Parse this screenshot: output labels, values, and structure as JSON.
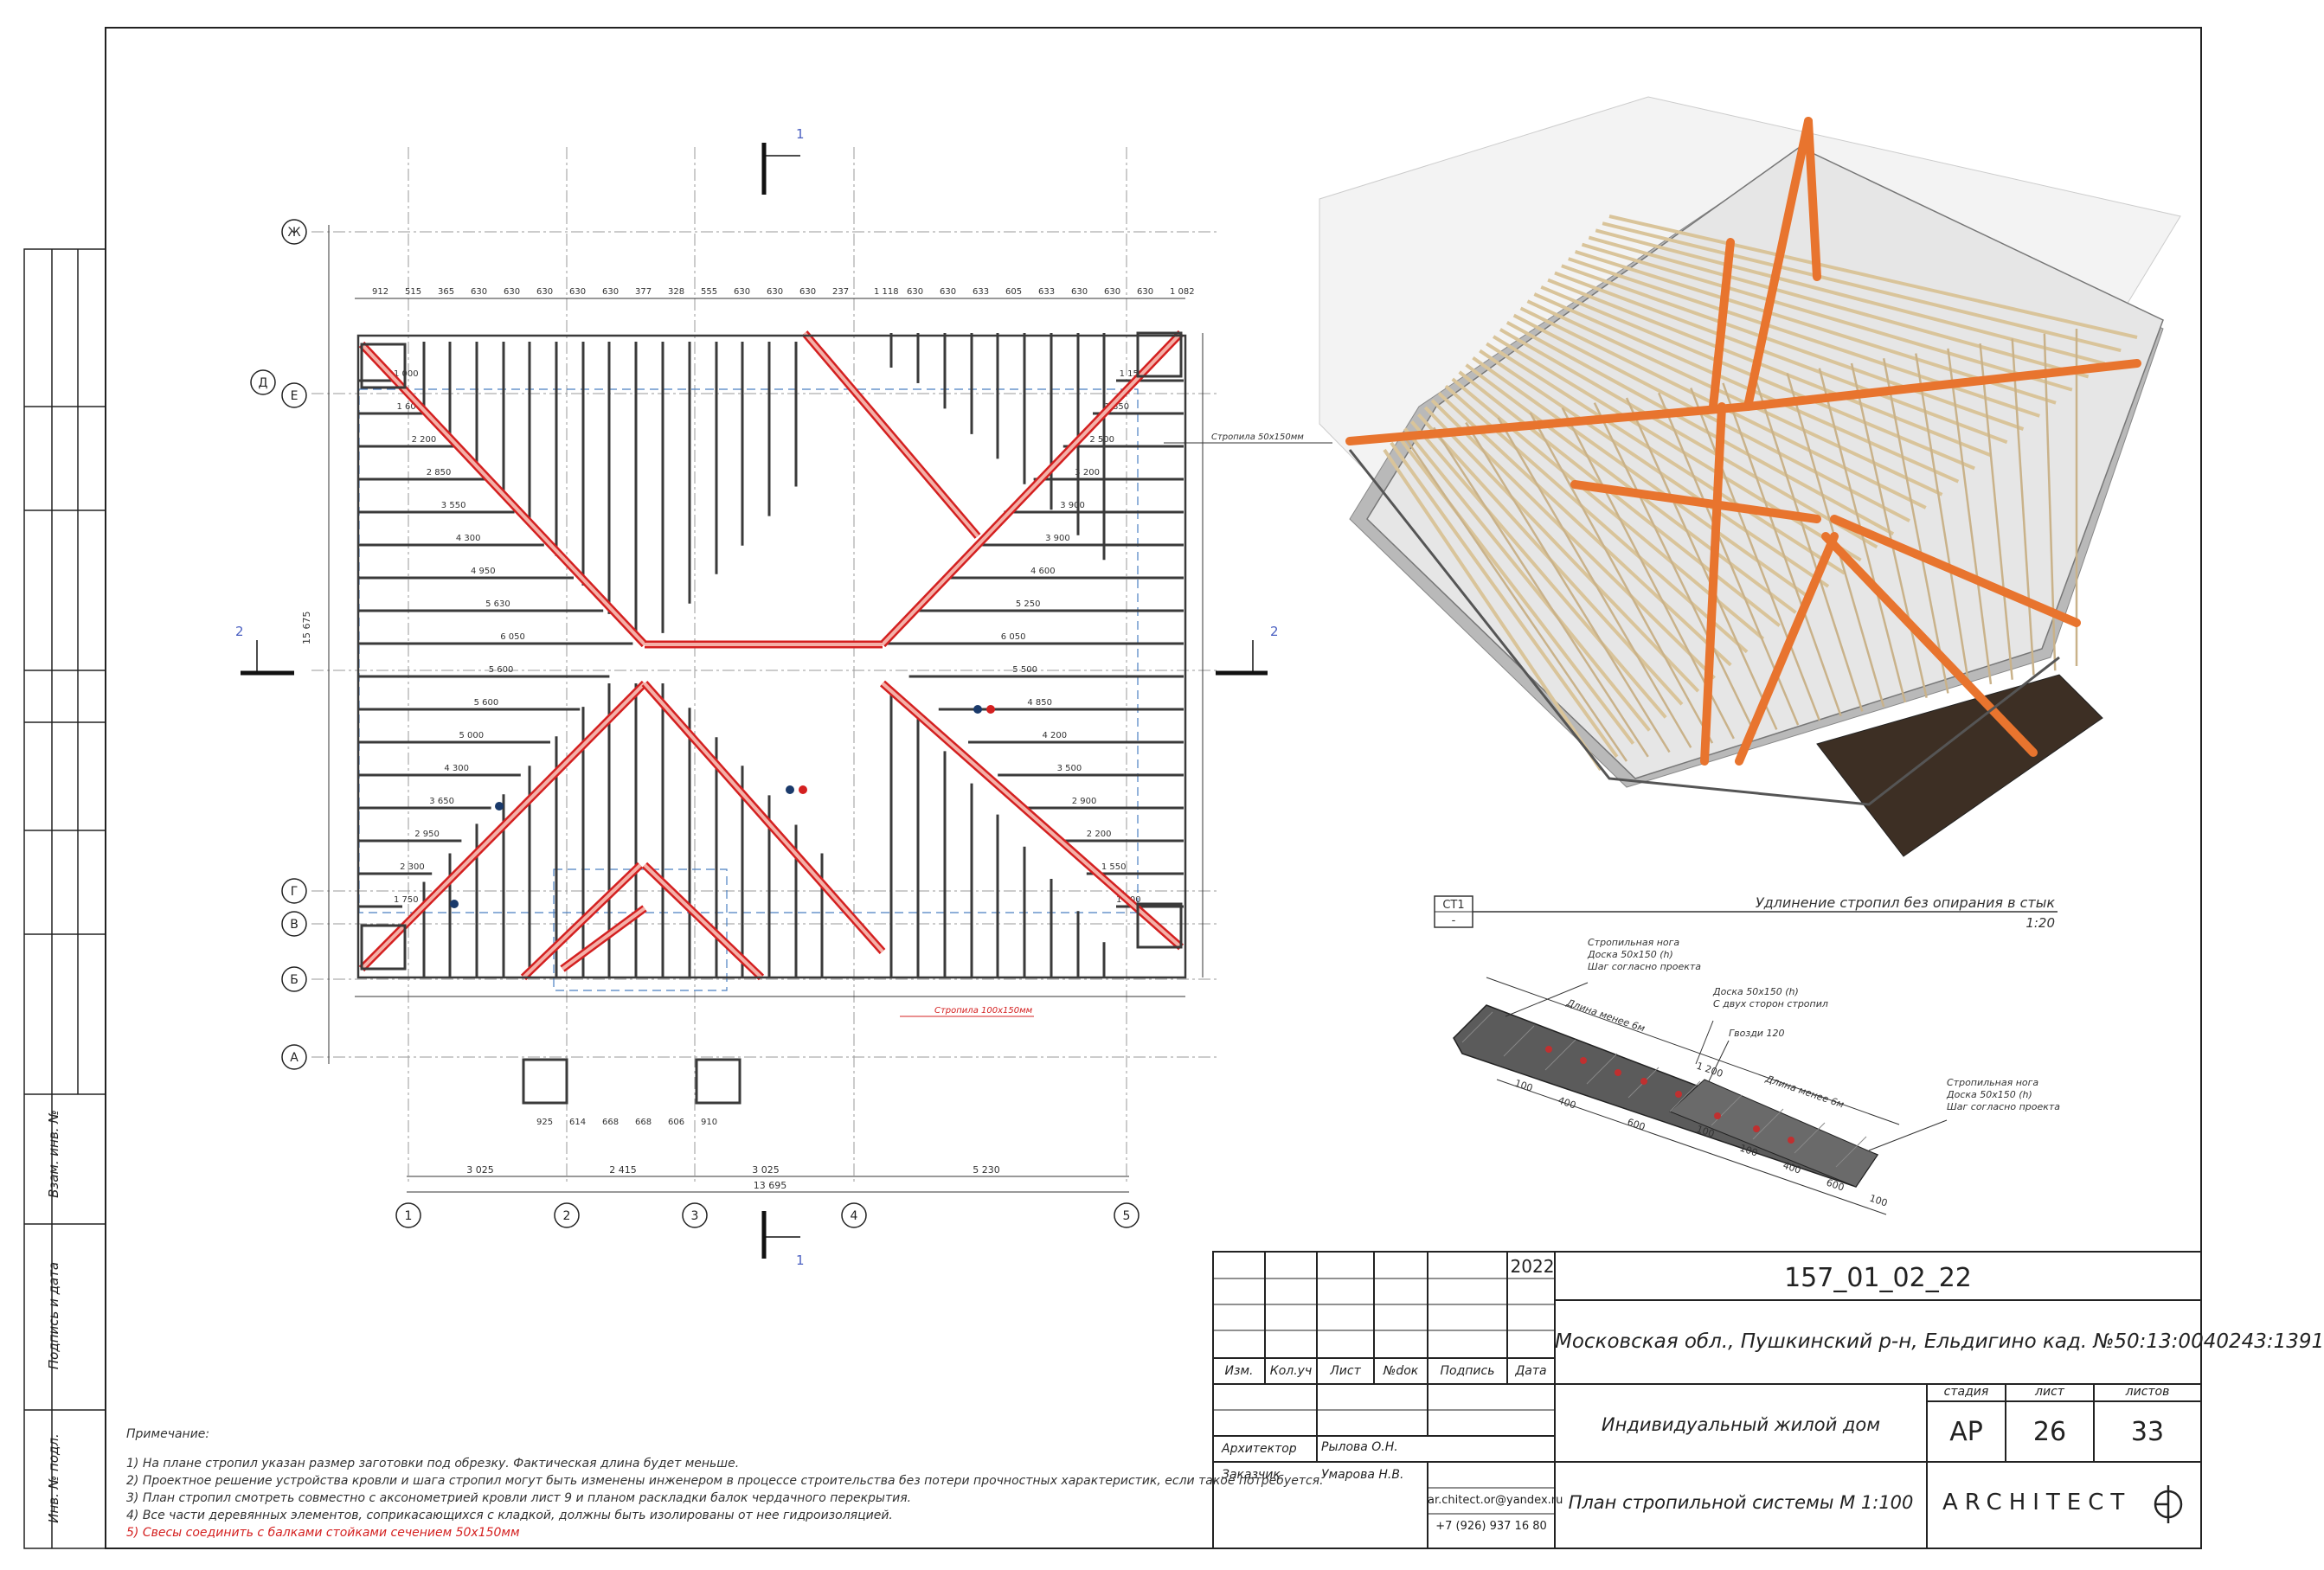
{
  "sheet": {
    "code": "157_01_02_22",
    "year": "2022",
    "address": "Московская обл., Пушкинский р-н, Ельдигино кад. №50:13:0040243:1391",
    "object": "Индивидуальный жилой дом",
    "drawing_title": "План стропильной системы М 1:100",
    "stage_label": "стадия",
    "sheet_label": "лист",
    "sheets_label": "листов",
    "stage": "АР",
    "sheet_no": "26",
    "sheets_total": "33",
    "logo_text": "ARCHITECT",
    "email": "ar.chitect.or@yandex.ru",
    "phone": "+7 (926) 937 16 80",
    "header_cols": [
      "Изм.",
      "Кол.уч",
      "Лист",
      "№doк",
      "Подпись",
      "Дата"
    ],
    "architect_role": "Архитектор",
    "architect_name": "Рылова О.Н.",
    "customer_role": "Заказчик",
    "customer_name": "Умарова Н.В."
  },
  "side_stamp": {
    "labels": [
      "Взам. инв. №",
      "Подпись и дата",
      "Инв. № подл."
    ]
  },
  "notes": {
    "title": "Примечание:",
    "items": [
      "1) На плане стропил указан размер заготовки под обрезку. Фактическая длина будет меньше.",
      "2) Проектное решение устройства кровли и шага стропил могут быть изменены инженером в процессе строительства без потери прочностных характеристик, если такое потребуется.",
      "3)  План стропил смотреть совместно с аксонометрией кровли лист 9 и планом раскладки балок чердачного перекрытия.",
      "4) Все части деревянных элементов, соприкасающихся с кладкой, должны быть изолированы от нее гидроизоляцией."
    ],
    "red_item": "5) Свесы соединить с балками стойками  сечением 50х150мм"
  },
  "plan": {
    "axes_letters": [
      "Ж",
      "Д",
      "Е",
      "Г",
      "В",
      "Б",
      "А"
    ],
    "axes_numbers": [
      "1",
      "2",
      "3",
      "4",
      "5"
    ],
    "section_marks": [
      "1",
      "2"
    ],
    "top_dims": [
      "912",
      "515",
      "365",
      "630",
      "630",
      "630",
      "630",
      "630",
      "377",
      "328",
      "555",
      "630",
      "630",
      "630",
      "237",
      "1 118",
      "630",
      "630",
      "633",
      "605",
      "633",
      "630",
      "630",
      "630",
      "1 082"
    ],
    "bottom_axis_dims": [
      "3 025",
      "2 415",
      "3 025",
      "5 230"
    ],
    "bottom_total": "13 695",
    "lower_dims": [
      "925",
      "614",
      "668",
      "668",
      "606",
      "910"
    ],
    "left_total": "15 675",
    "rafter_lengths_left": [
      "1 000",
      "1 600",
      "2 200",
      "2 850",
      "3 550",
      "4 300",
      "4 950",
      "5 630",
      "6 050",
      "5 600",
      "5 600",
      "5 000",
      "4 300",
      "3 650",
      "2 950",
      "2 300",
      "1 750"
    ],
    "rafter_lengths_right": [
      "1 150",
      "1 850",
      "2 500",
      "3 200",
      "3 900",
      "3 900",
      "4 600",
      "5 250",
      "6 050",
      "5 500",
      "4 850",
      "4 200",
      "3 500",
      "2 900",
      "2 200",
      "1 550",
      "1 200"
    ],
    "label_rafter_top": "Стропила 50х150мм",
    "label_rafter_red": "Стропила 100х150мм"
  },
  "detail": {
    "tag": "СТ1",
    "tag_sub": "-",
    "title": "Удлинение стропил без опирания в стык",
    "scale": "1:20",
    "callout_left": [
      "Стропильная нога",
      "Доска 50х150 (h)",
      "Шаг согласно проекта"
    ],
    "callout_mid": [
      "Доска 50х150 (h)",
      "С двух сторон стропил"
    ],
    "callout_nail": "Гвозди 120",
    "callout_right": [
      "Стропильная нога",
      "Доска 50х150 (h)",
      "Шаг согласно проекта"
    ],
    "lengths": [
      "Длина менее 6м",
      "Длина менее 6м"
    ],
    "dims": [
      "100",
      "400",
      "600",
      "100",
      "100",
      "400",
      "600",
      "100",
      "1 200"
    ]
  },
  "colors": {
    "frame": "#222222",
    "rafter": "#3a3a3a",
    "hip": "#d42020",
    "hip_fill": "#f4b0a8",
    "axis": "#9a9a9a",
    "blue_dash": "#4a7fc1",
    "model_orange": "#e8742e",
    "model_wood": "#d9c49a"
  }
}
